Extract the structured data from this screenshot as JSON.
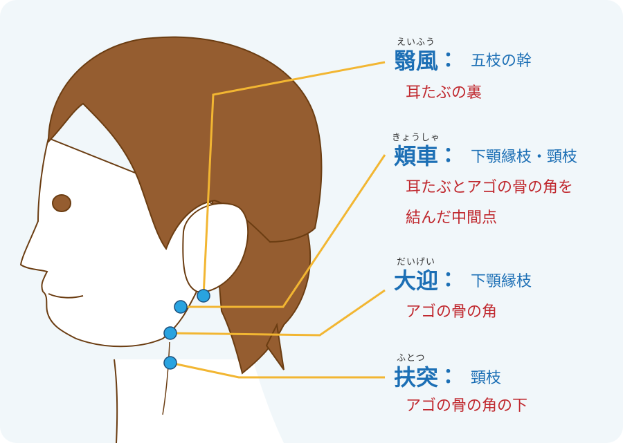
{
  "colors": {
    "background": "#f1f7fa",
    "hair": "#955d30",
    "outline": "#6b3d12",
    "skin": "#ffffff",
    "leader_line": "#f2b632",
    "point": "#29a3e0",
    "name_text": "#1c6fb5",
    "location_text": "#c0282e"
  },
  "points": [
    {
      "id": "eifu",
      "ruby": "えいふう",
      "name": "翳風",
      "colon": "：",
      "nerve": "五枝の幹",
      "location": [
        "耳たぶの裏"
      ]
    },
    {
      "id": "kyousha",
      "ruby": "きょうしゃ",
      "name": "頬車",
      "colon": "：",
      "nerve": "下顎縁枝・頸枝",
      "location": [
        "耳たぶとアゴの骨の角を",
        "結んだ中間点"
      ]
    },
    {
      "id": "daigei",
      "ruby": "だいげい",
      "name": "大迎",
      "colon": "：",
      "nerve": "下顎縁枝",
      "location": [
        "アゴの骨の角"
      ]
    },
    {
      "id": "futotsu",
      "ruby": "ふとつ",
      "name": "扶突",
      "colon": "：",
      "nerve": "頸枝",
      "location": [
        "アゴの骨の角の下"
      ]
    }
  ]
}
